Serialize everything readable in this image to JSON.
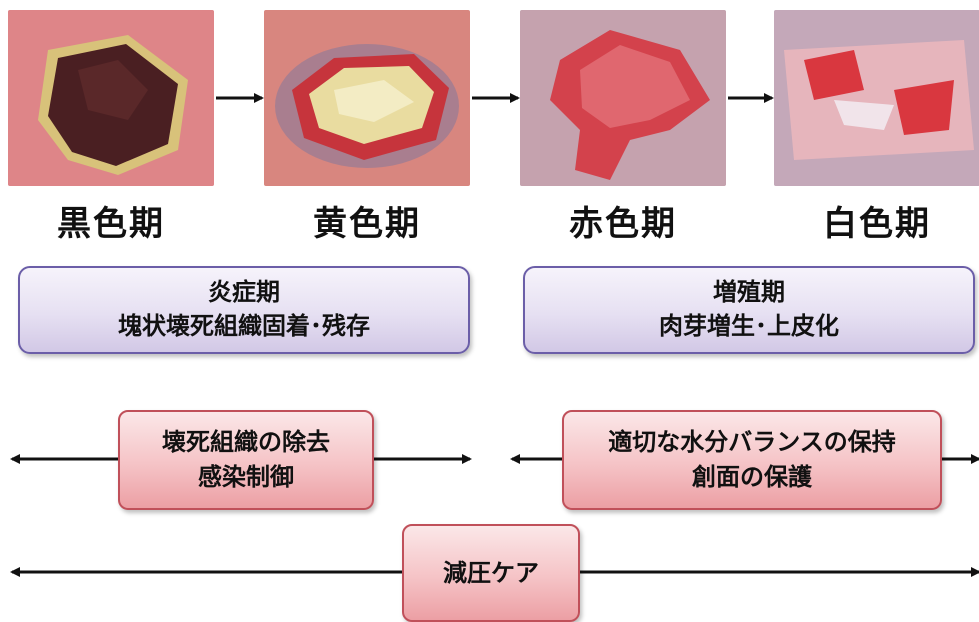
{
  "stages": [
    {
      "id": "black",
      "label": "黒色期"
    },
    {
      "id": "yellow",
      "label": "黄色期"
    },
    {
      "id": "red",
      "label": "赤色期"
    },
    {
      "id": "white",
      "label": "白色期"
    }
  ],
  "phases": [
    {
      "title": "炎症期",
      "desc": "塊状壊死組織固着･残存"
    },
    {
      "title": "増殖期",
      "desc": "肉芽増生･上皮化"
    }
  ],
  "care": [
    {
      "line1": "壊死組織の除去",
      "line2": "感染制御"
    },
    {
      "line1": "適切な水分バランスの保持",
      "line2": "創面の保護"
    },
    {
      "line1": "減圧ケア"
    }
  ],
  "colors": {
    "phase_border": "#6b5ea8",
    "care_border": "#c0505a",
    "arrow": "#111111"
  }
}
